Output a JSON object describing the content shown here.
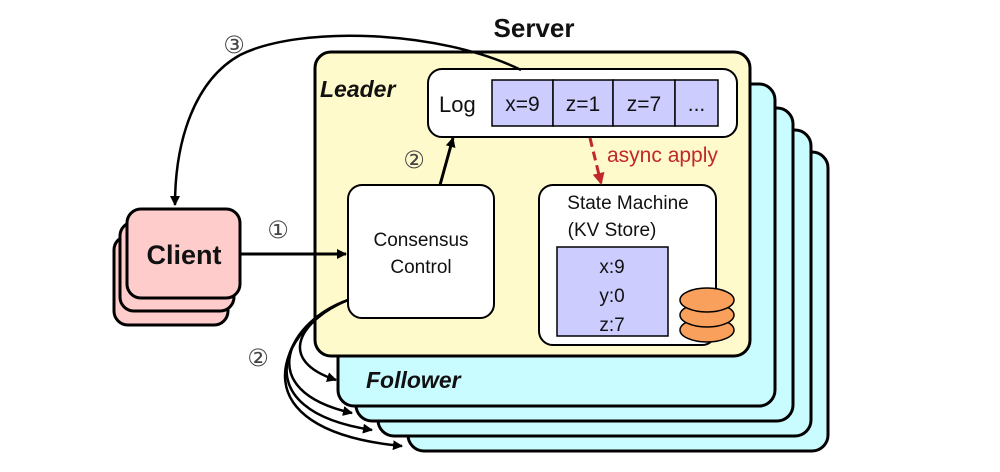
{
  "title": "Server",
  "colors": {
    "leader_fill": "#fffacb",
    "follower_fill": "#c8fcff",
    "client_fill": "#ffcccc",
    "cell_fill": "#ccccff",
    "disk_fill": "#f9a05c",
    "async_color": "#c1272d",
    "step_circle": "#444444"
  },
  "leader": {
    "label": "Leader"
  },
  "follower": {
    "label": "Follower",
    "count": 4
  },
  "client": {
    "label": "Client"
  },
  "log": {
    "label": "Log",
    "entries": [
      "x=9",
      "z=1",
      "z=7",
      "..."
    ]
  },
  "consensus": {
    "line1": "Consensus",
    "line2": "Control"
  },
  "state_machine": {
    "line1": "State Machine",
    "line2": "(KV Store)",
    "kv": [
      "x:9",
      "y:0",
      "z:7"
    ]
  },
  "async_apply": "async apply",
  "steps": {
    "one": "①",
    "two_log": "②",
    "two_followers": "②",
    "three": "③"
  }
}
